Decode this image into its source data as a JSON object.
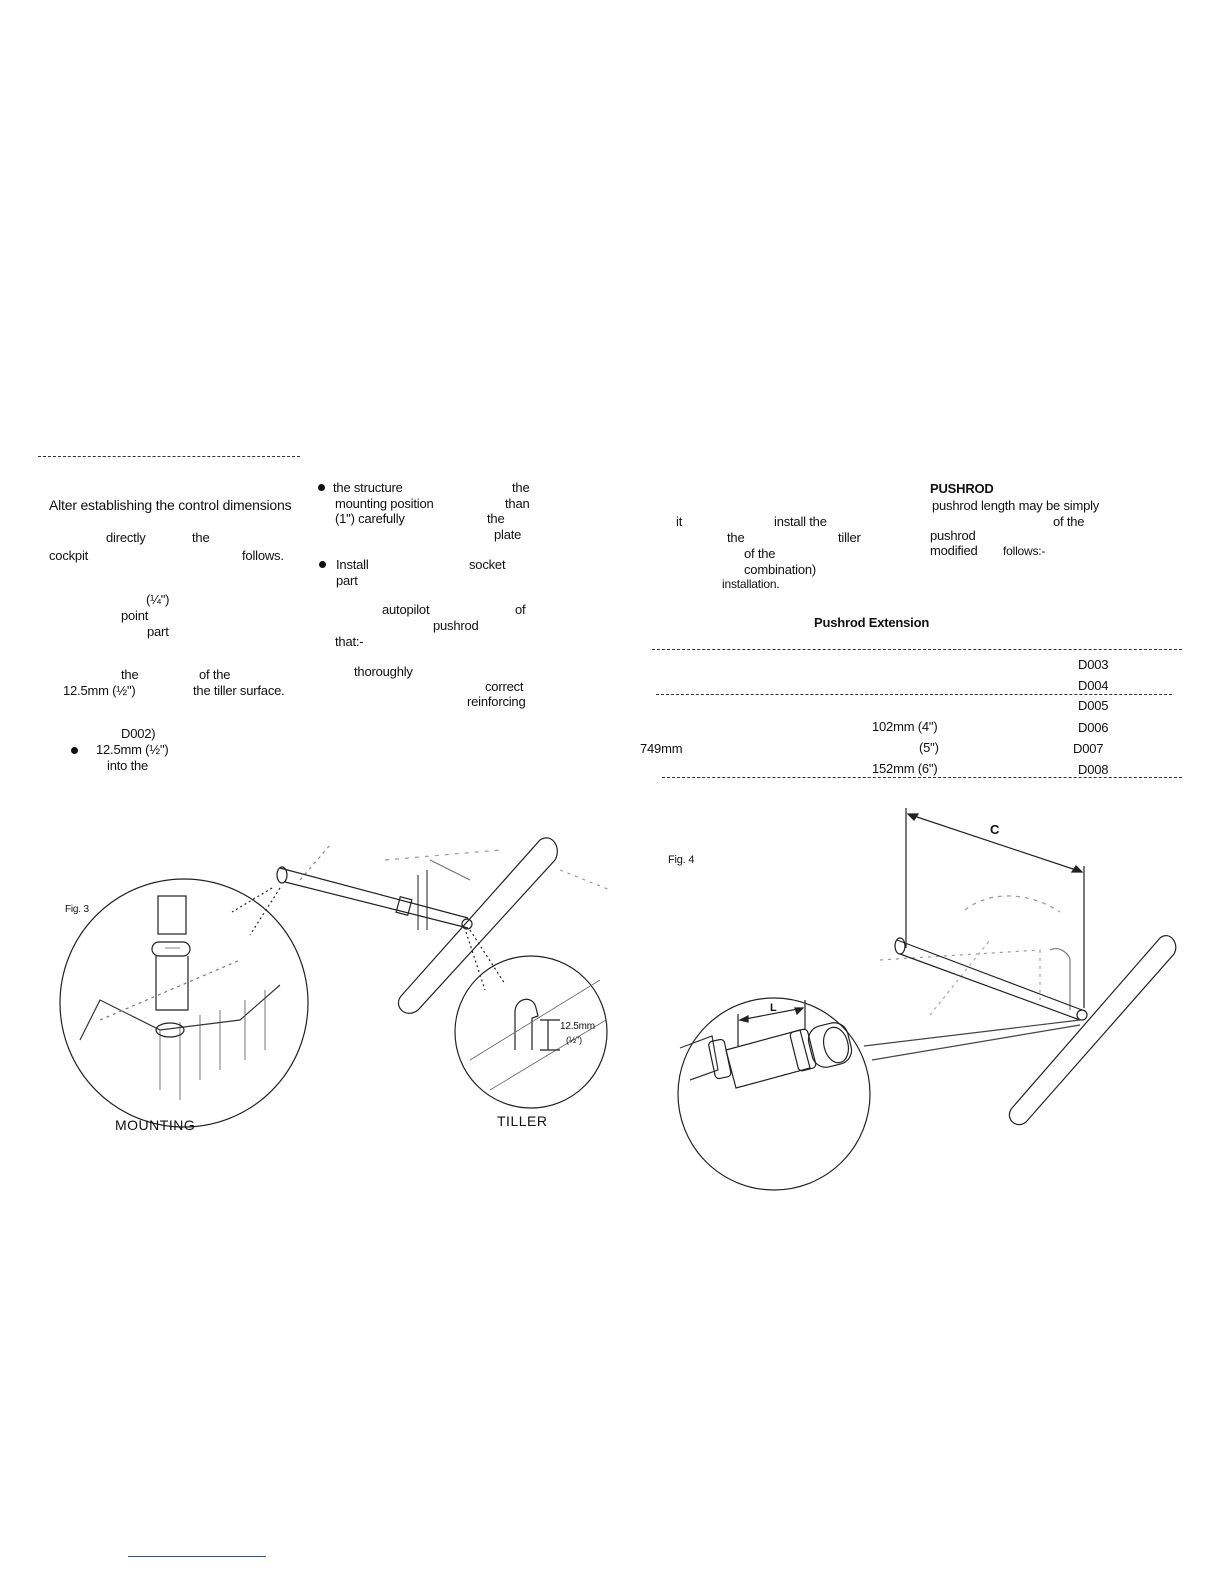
{
  "left_page": {
    "col1": [
      "Alter establishing the control dimensions",
      "directly",
      "the",
      "cockpit",
      "follows.",
      "(¼\")",
      "point",
      "part",
      "the",
      "of the",
      "12.5mm (½\")",
      "the tiller surface.",
      "D002)",
      "12.5mm (½\")",
      "into  the"
    ],
    "col2": [
      "the structure",
      "the",
      "mounting position",
      "than",
      "(1\") carefully",
      "the",
      "plate",
      "Install",
      "socket",
      "part",
      "autopilot",
      "of",
      "pushrod",
      "that:-",
      "thoroughly",
      "correct",
      "reinforcing"
    ],
    "fig3": {
      "label": "Fig. 3",
      "dimension": "12.5mm",
      "dimension_sub": "(½\")",
      "mounting_label": "MOUNTING",
      "tiller_label": "TILLER"
    }
  },
  "right_page": {
    "heading": "PUSHROD",
    "text": [
      "pushrod length may be simply",
      "it",
      "install the",
      "of the",
      "the",
      "tiller",
      "pushrod",
      "of the",
      "modified",
      "follows:-",
      "combination)",
      "installation."
    ],
    "table": {
      "title": "Pushrod Extension",
      "codes": [
        "D003",
        "D004",
        "D005",
        "D006",
        "D007",
        "D008"
      ],
      "lengths": [
        "102mm (4\")",
        "(5\")",
        "152mm (6\")"
      ],
      "left_value": "749mm"
    },
    "fig4": {
      "label": "Fig. 4",
      "dim_c": "C",
      "dim_l": "L"
    }
  }
}
